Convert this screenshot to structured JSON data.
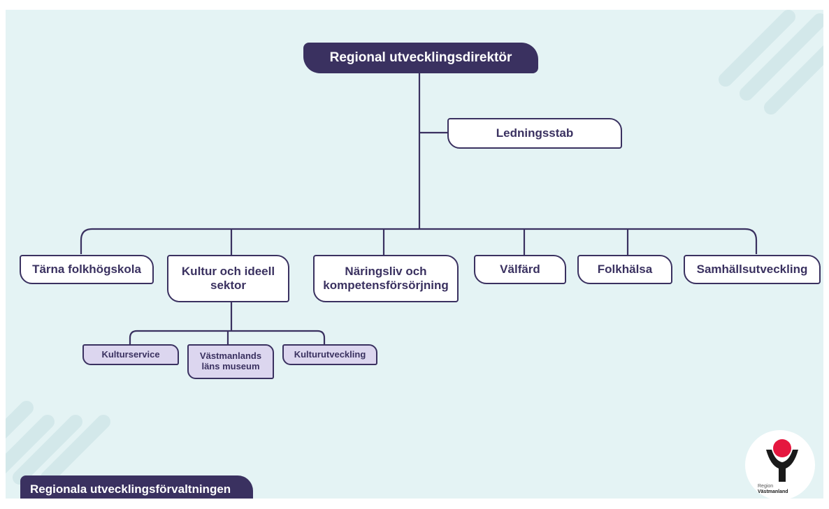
{
  "header": {
    "title": "Regional utvecklingsdirektör"
  },
  "staff": {
    "label": "Ledningsstab"
  },
  "departments": [
    {
      "label": "Tärna folkhögskola"
    },
    {
      "label": "Kultur och ideell sektor"
    },
    {
      "label": "Näringsliv och kompetensförsörjning"
    },
    {
      "label": "Välfärd"
    },
    {
      "label": "Folkhälsa"
    },
    {
      "label": "Samhällsutveckling"
    }
  ],
  "culture_units": [
    {
      "label": "Kulturservice"
    },
    {
      "label": "Västmanlands läns museum"
    },
    {
      "label": "Kulturutveckling"
    }
  ],
  "footer": {
    "label": "Regionala utvecklingsförvaltningen"
  },
  "logo": {
    "line1": "Region",
    "line2": "Västmanland"
  },
  "colors": {
    "navy": "#3a3160",
    "background": "#e4f3f4",
    "sub_box_fill": "#dcd6ef",
    "logo_red": "#e5173f"
  }
}
